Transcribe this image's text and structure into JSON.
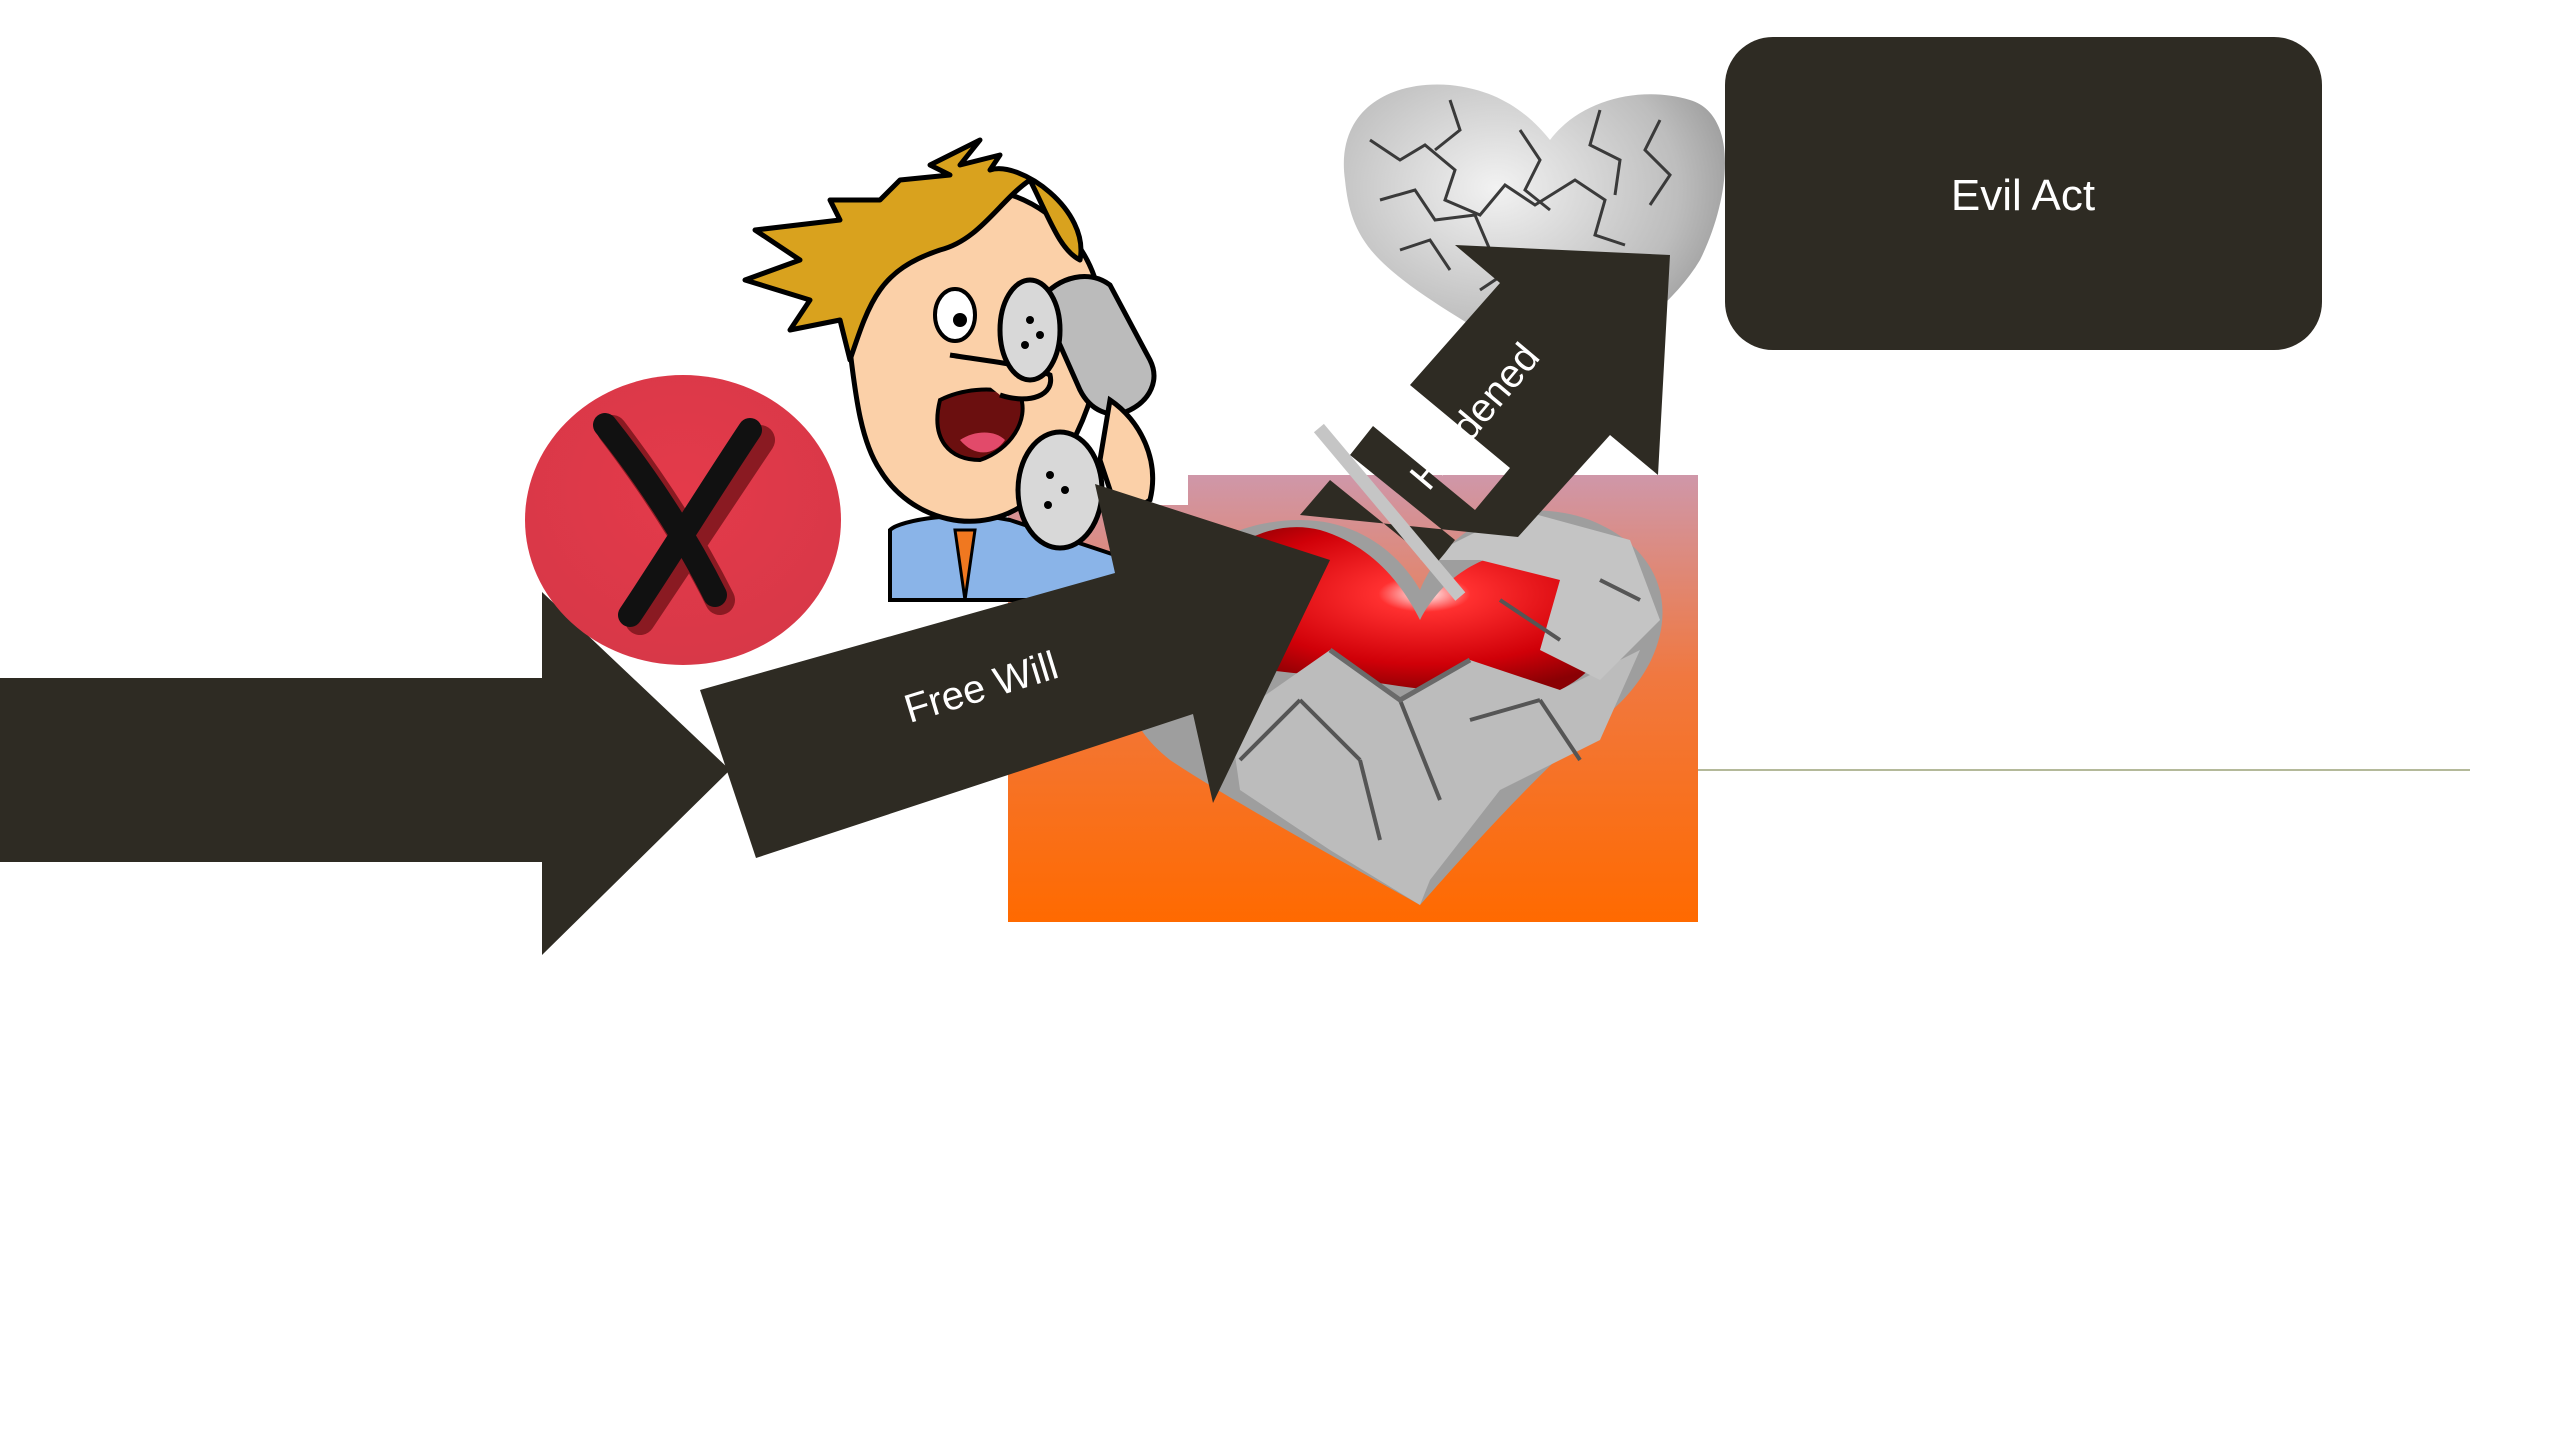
{
  "slide": {
    "box_label": "Evil Act",
    "arrow_free_will_label": "Free Will",
    "arrow_hardened_label": "Hardened"
  },
  "colors": {
    "shape_dark": "#2e2b23",
    "rule_line": "#b4b99a",
    "x_badge": "#e0404c",
    "gradient_top": "#cf97a9",
    "gradient_bottom": "#ff6a00",
    "heart_red": "#e0000a",
    "stone_gray": "#a8a8a8",
    "hair": "#d9a21e",
    "skin": "#fbd0a8",
    "shirt": "#8ab4e8"
  },
  "icons": {
    "x_badge": "cancel-x-icon",
    "cartoon": "man-on-phone-icon",
    "cracked_heart": "cracked-heart-icon",
    "stone_heart": "stone-heart-icon"
  }
}
